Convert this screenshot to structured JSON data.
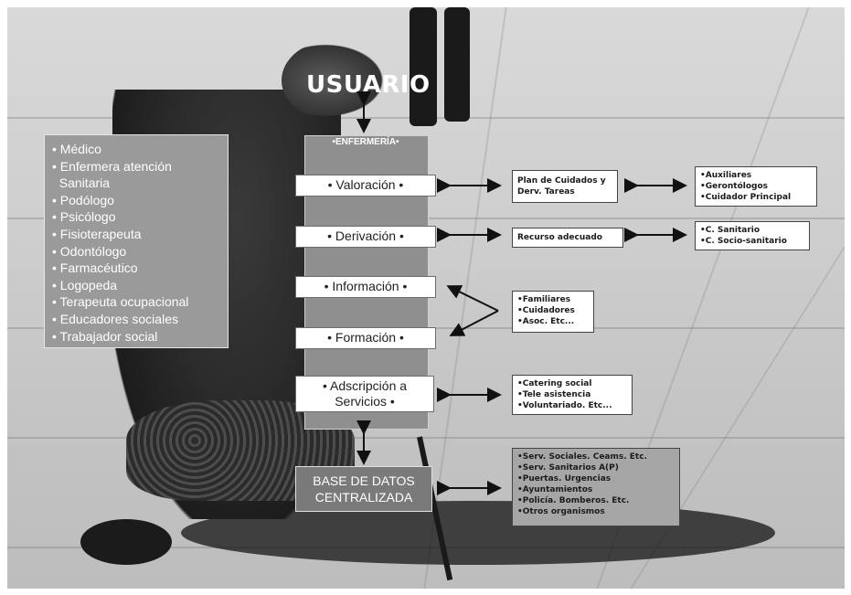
{
  "title": "USUARIO",
  "column": {
    "header": "•ENFERMERÍA•",
    "steps": [
      "• Valoración •",
      "• Derivación •",
      "• Información •",
      "• Formación •",
      "• Adscripción a Servicios •"
    ]
  },
  "database": "BASE DE DATOS CENTRALIZADA",
  "professionals": [
    "• Médico",
    "• Enfermera atención",
    "  Sanitaria",
    "• Podólogo",
    "• Psicólogo",
    "• Fisioterapeuta",
    "• Odontólogo",
    "• Farmacéutico",
    "• Logopeda",
    "• Terapeuta ocupacional",
    "• Educadores sociales",
    "• Trabajador social"
  ],
  "boxes": {
    "plan": "Plan de Cuidados y Derv. Tareas",
    "recurso": "Recurso adecuado",
    "auxiliares": [
      "•Auxiliares",
      "•Gerontólogos",
      "•Cuidador Principal"
    ],
    "sanitario": [
      "•C. Sanitario",
      "•C. Socio-sanitario"
    ],
    "familiares": [
      "•Familiares",
      "•Cuidadores",
      "•Asoc. Etc..."
    ],
    "catering": [
      "•Catering social",
      "•Tele asistencia",
      "•Voluntariado. Etc..."
    ],
    "servicios": [
      "•Serv. Sociales. Ceams. Etc.",
      "•Serv. Sanitarios A(P)",
      "•Puertas. Urgencias",
      "•Ayuntamientos",
      "•Policía. Bomberos. Etc.",
      "•Otros organismos"
    ]
  }
}
